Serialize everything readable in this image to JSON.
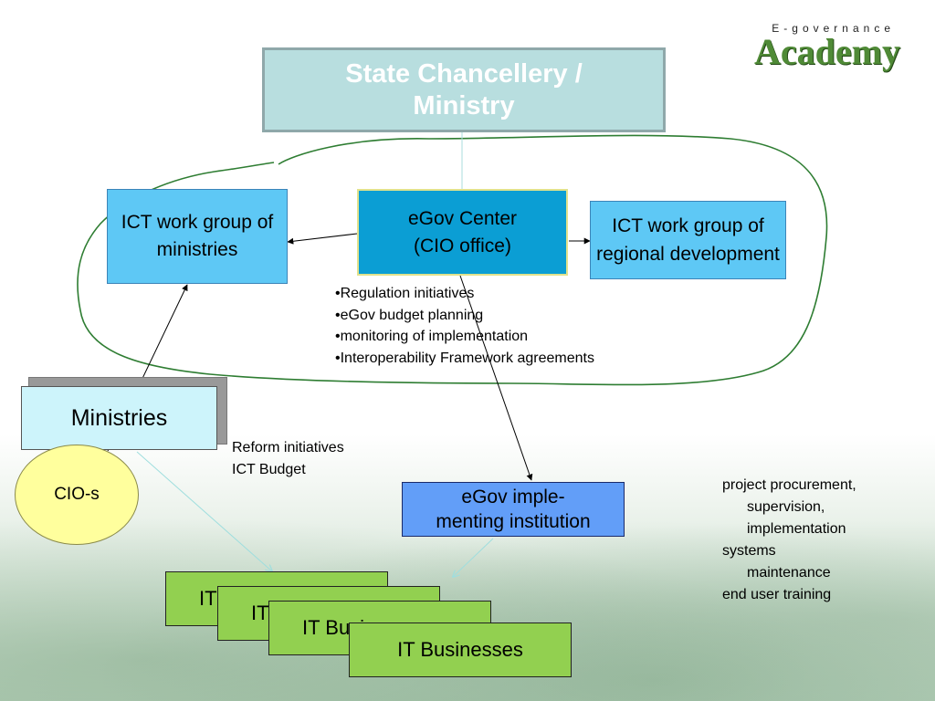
{
  "logo": {
    "subtitle": "E-governance",
    "name": "Academy"
  },
  "nodes": {
    "state_chancellery": "State Chancellery / Ministry",
    "ict_work_group_ministries": "ICT work group of ministries",
    "egov_center_line1": "eGov Center",
    "egov_center_line2": "(CIO office)",
    "ict_work_group_regional": "ICT work group of regional development",
    "ministries": "Ministries",
    "cio": "CIO-s",
    "egov_implementing_line1": "eGov imple-",
    "egov_implementing_line2": "menting institution",
    "it_businesses": [
      "IT Businesses",
      "IT Businesses",
      "IT Businesses",
      "IT Businesses"
    ]
  },
  "egov_center_tasks": [
    "•Regulation initiatives",
    "•eGov budget planning",
    "•monitoring of implementation",
    "•Interoperability Framework agreements"
  ],
  "ministries_tasks": [
    "Reform initiatives",
    "ICT Budget"
  ],
  "implementing_tasks": [
    {
      "text": "project procurement,",
      "indent": false
    },
    {
      "text": "supervision,",
      "indent": true
    },
    {
      "text": "implementation",
      "indent": true
    },
    {
      "text": "systems",
      "indent": false
    },
    {
      "text": "maintenance",
      "indent": true
    },
    {
      "text": "end user training",
      "indent": false
    }
  ],
  "colors": {
    "state_box": "#b8dedf",
    "ict_box": "#5ec8f5",
    "egov_center": "#0b9ed4",
    "ministries_box": "#cdf4fb",
    "cio_ellipse": "#ffff9d",
    "implementing_box": "#629ef8",
    "it_business_box": "#92d050",
    "loop_outline": "#2e7d32"
  }
}
